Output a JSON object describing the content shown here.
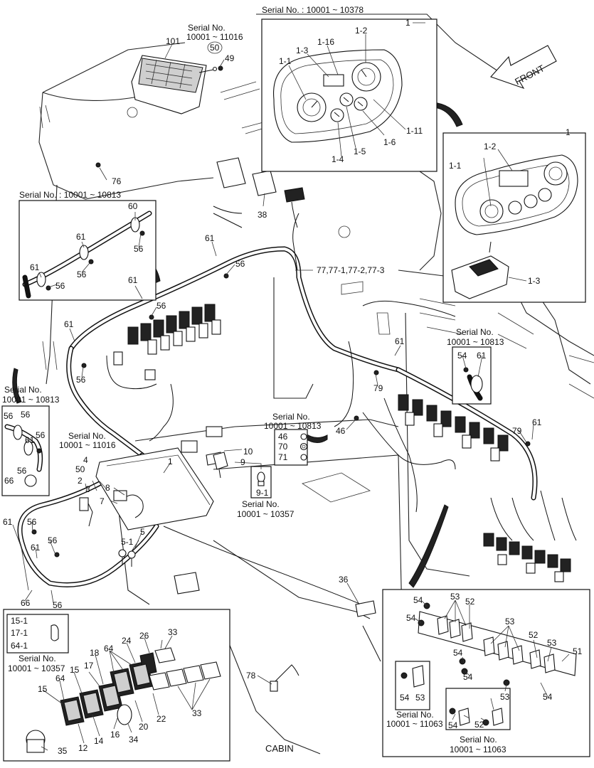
{
  "front_label": "FRONT",
  "cabin_label": "CABIN",
  "serials": {
    "top_gauge": "Serial No. : 10001 ~ 10378",
    "top_left_box": "Serial No. : 10001 ~ 10813",
    "ecu_l1": "Serial No.",
    "ecu_l2": "10001 ~ 11016",
    "mid_left_l1": "Serial No.",
    "mid_left_l2": "10001 ~ 10813",
    "mid_left2_l1": "Serial No.",
    "mid_left2_l2": "10001 ~ 11016",
    "center_l1": "Serial No.",
    "center_l2": "10001 ~ 10813",
    "bulb_l1": "Serial No.",
    "bulb_l2": "10001 ~ 10357",
    "right_mid_l1": "Serial No.",
    "right_mid_l2": "10001 ~ 10813",
    "bottom_left_l1": "Serial No.",
    "bottom_left_l2": "10001 ~ 10357",
    "bracket_a_l1": "Serial No.",
    "bracket_a_l2": "10001 ~ 11063",
    "bracket_b_l1": "Serial No.",
    "bracket_b_l2": "10001 ~ 11063"
  },
  "labels": {
    "gauge_top": [
      "1",
      "1-1",
      "1-2",
      "1-3",
      "1-16",
      "1-4",
      "1-5",
      "1-6",
      "1-11"
    ],
    "gauge_right": [
      "1",
      "1-1",
      "1-2",
      "1-3"
    ],
    "top_misc": [
      "101",
      "50",
      "49",
      "76",
      "38"
    ],
    "harness_ref": "77,77-1,77-2,77-3",
    "top_left_box": [
      "60",
      "61",
      "56",
      "61",
      "56",
      "61",
      "56"
    ],
    "main": [
      "61",
      "56",
      "61",
      "56",
      "61",
      "56",
      "61",
      "79",
      "54",
      "61",
      "46",
      "79",
      "61"
    ],
    "left_box": [
      "56",
      "56",
      "56",
      "61",
      "56",
      "66",
      "4",
      "50",
      "2",
      "3",
      "8",
      "7",
      "5",
      "5-1",
      "1",
      "10",
      "9",
      "9-1"
    ],
    "center_box": [
      "46",
      "70",
      "71"
    ],
    "lower_left": [
      "61",
      "56",
      "56",
      "61",
      "66",
      "56",
      "36",
      "78"
    ],
    "switch_box": [
      "15-1",
      "17-1",
      "64-1",
      "33",
      "26",
      "24",
      "64",
      "18",
      "17",
      "15",
      "15",
      "64",
      "22",
      "20",
      "16",
      "14",
      "12",
      "34",
      "33",
      "35"
    ],
    "bracket_box": [
      "54",
      "53",
      "52",
      "54",
      "53",
      "52",
      "53",
      "51",
      "54",
      "54",
      "53",
      "54",
      "53",
      "54",
      "54",
      "52"
    ]
  }
}
